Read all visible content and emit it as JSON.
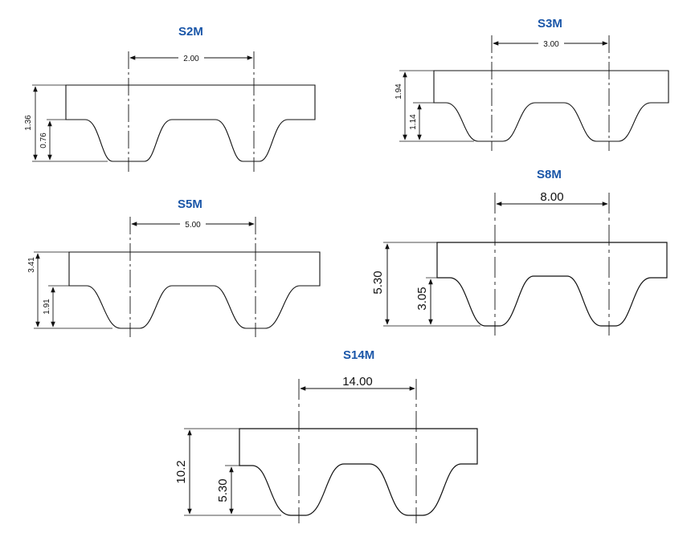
{
  "accent_color": "#1a56a8",
  "line_color": "#111111",
  "profiles": [
    {
      "name": "S2M",
      "pitch": "2.00",
      "total_height": "1.36",
      "tooth_height": "0.76"
    },
    {
      "name": "S3M",
      "pitch": "3.00",
      "total_height": "1.94",
      "tooth_height": "1.14"
    },
    {
      "name": "S5M",
      "pitch": "5.00",
      "total_height": "3.41",
      "tooth_height": "1.91"
    },
    {
      "name": "S8M",
      "pitch": "8.00",
      "total_height": "5.30",
      "tooth_height": "3.05"
    },
    {
      "name": "S14M",
      "pitch": "14.00",
      "total_height": "10.2",
      "tooth_height": "5.30"
    }
  ]
}
